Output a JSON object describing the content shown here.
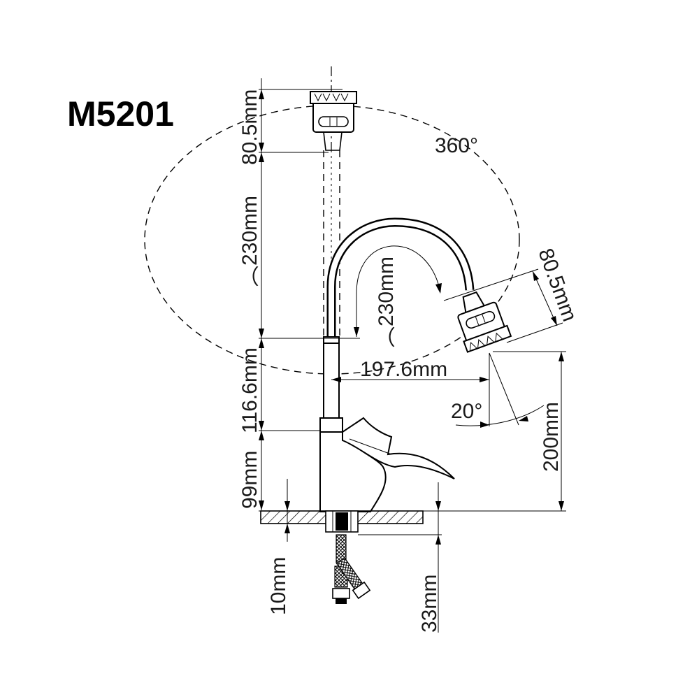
{
  "model": "M5201",
  "rotation_label": "360°",
  "tilt_label": "20°",
  "dimensions": {
    "head_height_top": "80.5mm",
    "flex_length_vertical": "︵230mm",
    "flex_length_curved": "︵230mm",
    "tube_height": "116.6mm",
    "body_height": "99mm",
    "deck_thickness": "10mm",
    "shank_length": "33mm",
    "reach": "197.6mm",
    "spout_height": "200mm",
    "head_height_tilted": "80.5mm"
  }
}
